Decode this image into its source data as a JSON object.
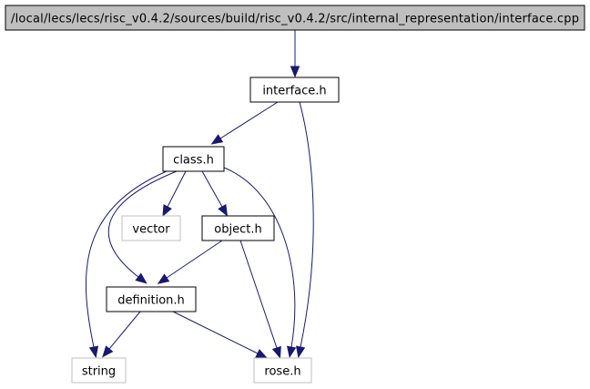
{
  "diagram": {
    "nodes": [
      {
        "id": "interface_cpp",
        "label": "/local/lecs/lecs/risc_v0.4.2/sources/build/risc_v0.4.2/src/internal_representation/interface.cpp",
        "style": "root"
      },
      {
        "id": "interface_h",
        "label": "interface.h",
        "style": "normal"
      },
      {
        "id": "class_h",
        "label": "class.h",
        "style": "normal"
      },
      {
        "id": "vector",
        "label": "vector",
        "style": "external"
      },
      {
        "id": "object_h",
        "label": "object.h",
        "style": "normal"
      },
      {
        "id": "definition_h",
        "label": "definition.h",
        "style": "normal"
      },
      {
        "id": "string",
        "label": "string",
        "style": "external"
      },
      {
        "id": "rose_h",
        "label": "rose.h",
        "style": "external"
      }
    ],
    "edges": [
      {
        "from": "interface_cpp",
        "to": "interface_h"
      },
      {
        "from": "interface_h",
        "to": "class_h"
      },
      {
        "from": "interface_h",
        "to": "rose_h"
      },
      {
        "from": "class_h",
        "to": "vector"
      },
      {
        "from": "class_h",
        "to": "object_h"
      },
      {
        "from": "class_h",
        "to": "definition_h"
      },
      {
        "from": "class_h",
        "to": "string"
      },
      {
        "from": "class_h",
        "to": "rose_h"
      },
      {
        "from": "object_h",
        "to": "definition_h"
      },
      {
        "from": "object_h",
        "to": "rose_h"
      },
      {
        "from": "definition_h",
        "to": "string"
      },
      {
        "from": "definition_h",
        "to": "rose_h"
      }
    ],
    "colors": {
      "edge": "#191970",
      "root_fill": "#bfbfbf",
      "external_border": "#bfbfbf"
    }
  }
}
